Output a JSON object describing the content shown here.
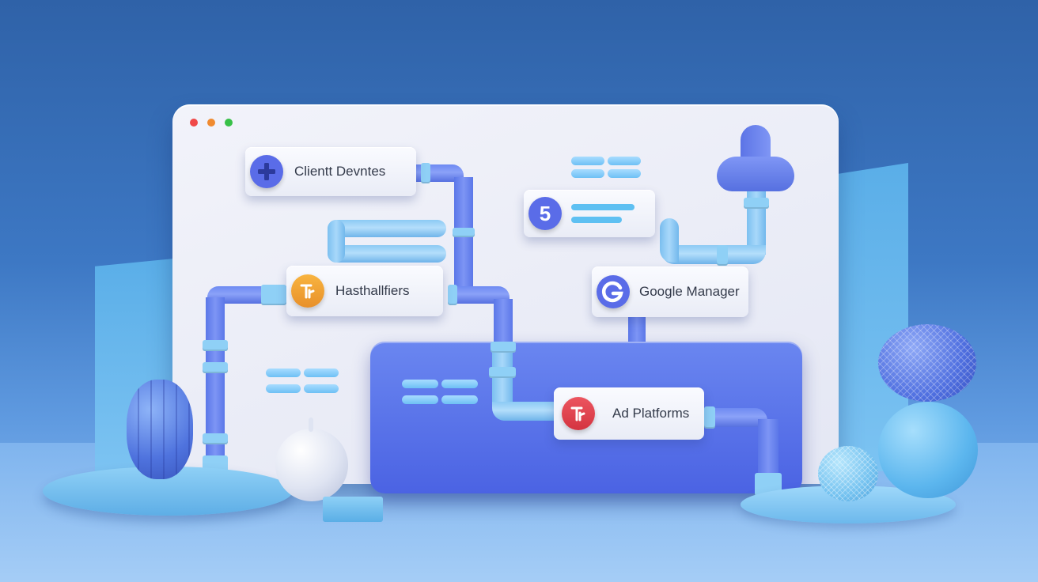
{
  "window": {
    "controls": [
      "close",
      "minimize",
      "maximize"
    ]
  },
  "cards": {
    "client_devices": {
      "label": "Clientt Devntes",
      "icon": "plus-icon"
    },
    "hash_amplifiers": {
      "label": "Hasthallfiers",
      "icon": "t-icon"
    },
    "five": {
      "badge_text": "5",
      "icon": "number-five-icon"
    },
    "google_manager": {
      "label": "Google Manager",
      "icon": "google-g-icon"
    },
    "ad_platforms": {
      "label": "Ad Platforms",
      "icon": "t-icon"
    }
  },
  "colors": {
    "background": "#3a6fb8",
    "window": "#eceef7",
    "inner_panel": "#5670e8",
    "pipe_dark": "#6a86f0",
    "pipe_light": "#8ccaf4",
    "badge_blue": "#5a6ce8",
    "badge_orange": "#f0a030",
    "badge_red": "#e0404a"
  }
}
